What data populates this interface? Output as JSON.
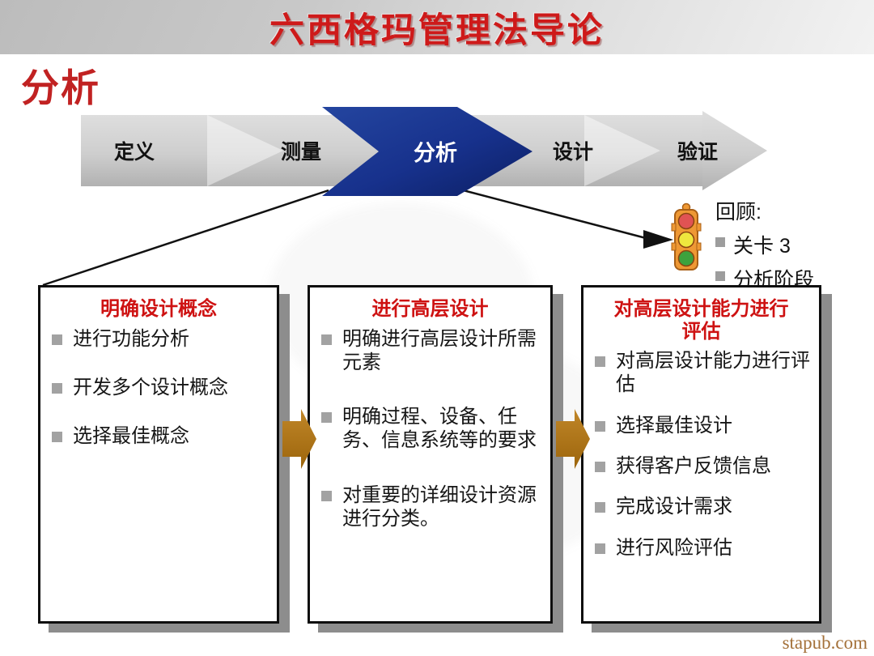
{
  "page": {
    "title": "六西格玛管理法导论",
    "section_heading": "分析",
    "watermark": "stapub.com"
  },
  "process_flow": {
    "stages": [
      {
        "label": "定义",
        "active": false
      },
      {
        "label": "测量",
        "active": false
      },
      {
        "label": "分析",
        "active": true
      },
      {
        "label": "设计",
        "active": false
      },
      {
        "label": "验证",
        "active": false
      }
    ]
  },
  "review": {
    "heading": "回顾:",
    "items": [
      "关卡 3",
      "分析阶段"
    ]
  },
  "boxes": [
    {
      "title": "明确设计概念",
      "bullets": [
        "进行功能分析",
        "开发多个设计概念",
        "选择最佳概念"
      ]
    },
    {
      "title": "进行高层设计",
      "bullets": [
        "明确进行高层设计所需元素",
        "明确过程、设备、任务、信息系统等的要求",
        "对重要的详细设计资源进行分类。"
      ]
    },
    {
      "title": "对高层设计能力进行评估",
      "bullets": [
        "对高层设计能力进行评估",
        "选择最佳设计",
        "获得客户反馈信息",
        "完成设计需求",
        "进行风险评估"
      ]
    }
  ],
  "colors": {
    "title_red": "#ce1a1a",
    "box_title_red": "#ce1212",
    "active_stage_blue": "#17318c",
    "flow_band_gray": "#c9c9c9",
    "orange_arrow": "#ab7113",
    "box_shadow_gray": "#8d8d8d",
    "bullet_gray": "#a2a2a2",
    "traffic_red": "#e05353",
    "traffic_yellow": "#eee73e",
    "traffic_green": "#3da23d",
    "watermark_brown": "#a4713a"
  }
}
